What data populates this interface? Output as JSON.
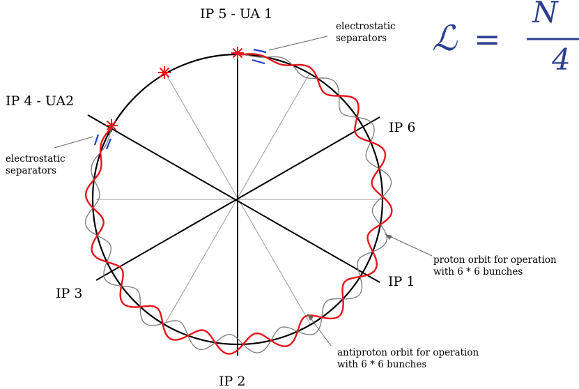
{
  "labels": {
    "ip5": "IP 5 - UA 1",
    "ip4": "IP 4 - UA2",
    "ip6": "IP 6",
    "ip3": "IP 3",
    "ip1": "IP 1",
    "ip2": "IP 2"
  },
  "annotations": {
    "separators_top_line1": "electrostatic",
    "separators_top_line2": "separators",
    "separators_left_line1": "electrostatic",
    "separators_left_line2": "separators",
    "proton_line1": "proton orbit for operation",
    "proton_line2": "with 6 * 6 bunches",
    "antiproton_line1": "antiproton orbit for operation",
    "antiproton_line2": "with 6 * 6 bunches"
  },
  "formula": {
    "lhs": "ℒ",
    "equals": "=",
    "numerator_fragment": "N",
    "denominator_fragment": "4"
  },
  "colors": {
    "ring": "#000000",
    "proton_orbit": "#e8141b",
    "antiproton_orbit": "#808080",
    "separator": "#1f3bd6",
    "collision_marker": "#e8141b",
    "formula": "#2a3f8f"
  }
}
